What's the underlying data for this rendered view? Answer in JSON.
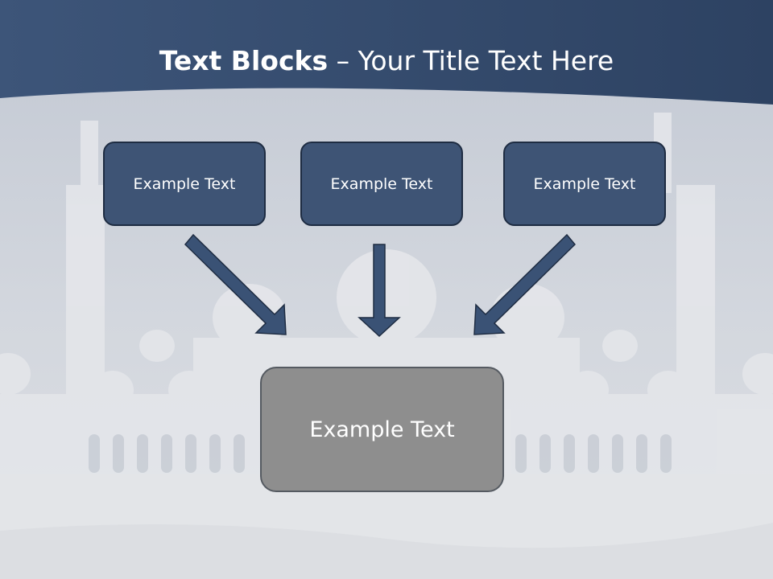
{
  "slide": {
    "title_bold": "Text Blocks",
    "title_dash": " – ",
    "title_rest": "Your Title Text Here",
    "top_boxes": [
      {
        "label": "Example Text"
      },
      {
        "label": "Example Text"
      },
      {
        "label": "Example Text"
      }
    ],
    "bottom_box": {
      "label": "Example Text"
    }
  },
  "colors": {
    "header_band": "#34496a",
    "box_fill": "#3e5475",
    "box_border": "#1e2c42",
    "bottom_fill": "#8e8e8e",
    "arrow_fill": "#3a5275"
  }
}
